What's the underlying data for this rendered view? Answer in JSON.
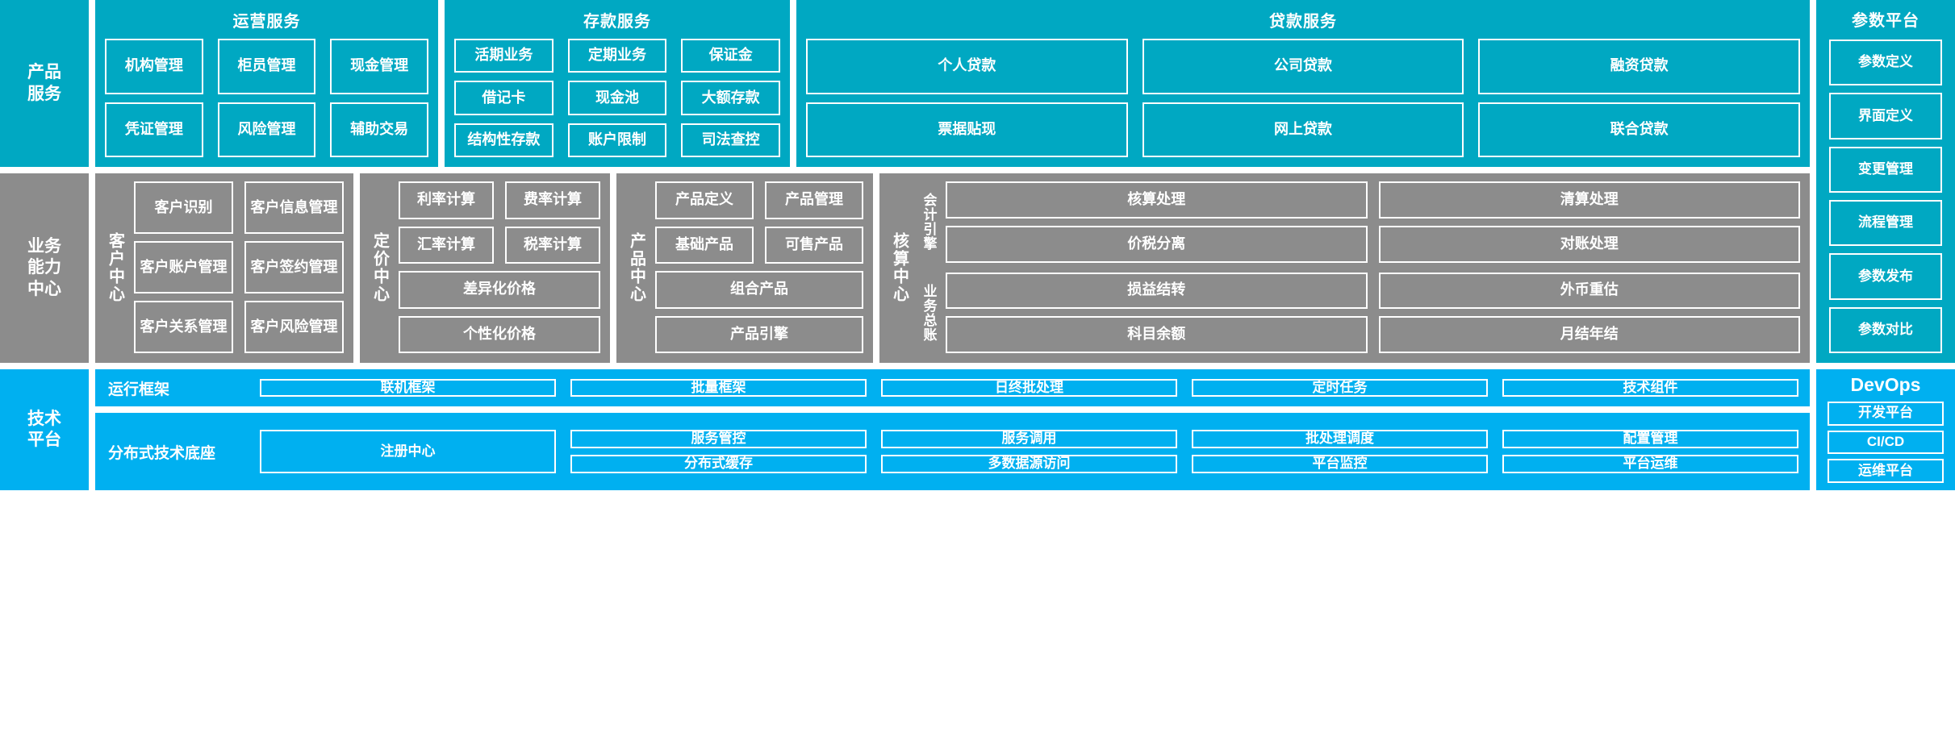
{
  "layers": {
    "product_services": "产品\n服务",
    "business_capability": "业务\n能力\n中心",
    "tech_platform": "技术\n平台"
  },
  "product_services": {
    "rail_label_line1": "产品",
    "rail_label_line2": "服务",
    "groups": [
      {
        "title": "运营服务",
        "items": [
          "机构管理",
          "柜员管理",
          "现金管理",
          "凭证管理",
          "风险管理",
          "辅助交易"
        ]
      },
      {
        "title": "存款服务",
        "items": [
          "活期业务",
          "定期业务",
          "保证金",
          "借记卡",
          "现金池",
          "大额存款",
          "结构性存款",
          "账户限制",
          "司法查控"
        ]
      },
      {
        "title": "贷款服务",
        "items": [
          "个人贷款",
          "公司贷款",
          "融资贷款",
          "票据贴现",
          "网上贷款",
          "联合贷款"
        ]
      }
    ]
  },
  "param_platform": {
    "title": "参数平台",
    "items": [
      "参数定义",
      "界面定义",
      "变更管理",
      "流程管理",
      "参数发布",
      "参数对比"
    ]
  },
  "business_capability": {
    "rail_label_line1": "业务",
    "rail_label_line2": "能力",
    "rail_label_line3": "中心",
    "centers": [
      {
        "name": "客户中心",
        "items": [
          "客户识别",
          "客户信息管理",
          "客户账户管理",
          "客户签约管理",
          "客户关系管理",
          "客户风险管理"
        ]
      },
      {
        "name": "定价中心",
        "items": [
          "利率计算",
          "费率计算",
          "汇率计算",
          "税率计算"
        ],
        "wide_items": [
          "差异化价格",
          "个性化价格"
        ]
      },
      {
        "name": "产品中心",
        "items": [
          "产品定义",
          "产品管理",
          "基础产品",
          "可售产品"
        ],
        "wide_items": [
          "组合产品",
          "产品引擎"
        ]
      },
      {
        "name": "核算中心",
        "subgroups": [
          {
            "name": "会计引擎",
            "items": [
              "核算处理",
              "清算处理",
              "价税分离",
              "对账处理"
            ]
          },
          {
            "name": "业务总账",
            "items": [
              "损益结转",
              "外币重估",
              "科目余额",
              "月结年结"
            ]
          }
        ]
      }
    ]
  },
  "tech_platform": {
    "rail_label_line1": "技术",
    "rail_label_line2": "平台",
    "rows": [
      {
        "label": "运行框架",
        "items": [
          "联机框架",
          "批量框架",
          "日终批处理",
          "定时任务",
          "技术组件"
        ]
      },
      {
        "label": "分布式技术底座",
        "big_item": "注册中心",
        "items": [
          "服务管控",
          "服务调用",
          "批处理调度",
          "配置管理",
          "分布式缓存",
          "多数据源访问",
          "平台监控",
          "平台运维"
        ]
      }
    ]
  },
  "devops": {
    "title": "DevOps",
    "items": [
      "开发平台",
      "CI/CD",
      "运维平台"
    ]
  },
  "colors": {
    "teal": "#00a8c2",
    "gray": "#8c8c8c",
    "blue": "#00b0f0",
    "white": "#ffffff"
  }
}
